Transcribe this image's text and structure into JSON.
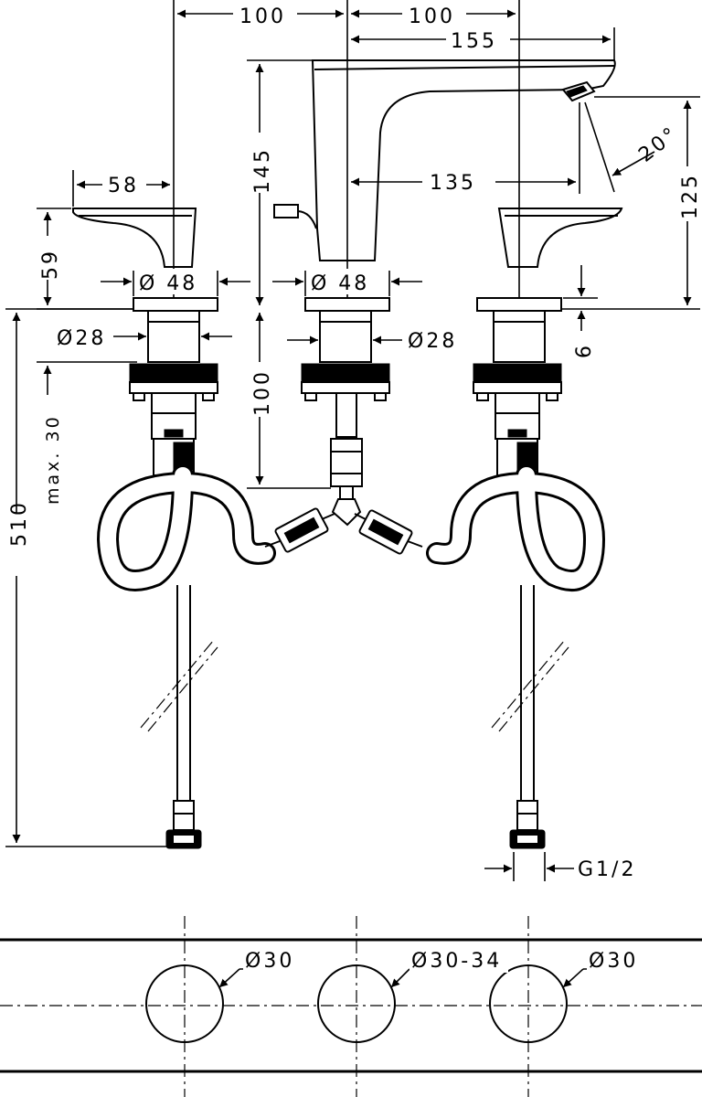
{
  "dimensions": {
    "top_left_100": "100",
    "top_right_100": "100",
    "spout_reach_155": "155",
    "spout_height_145": "145",
    "handle_width_58": "58",
    "handle_height_59": "59",
    "spout_inner_135": "135",
    "angle_20": "20°",
    "spout_outlet_125": "125",
    "left_base_dia": "Ø 48",
    "center_base_dia": "Ø 48",
    "left_shank_dia": "Ø28",
    "center_shank_dia": "Ø28",
    "base_thickness_6": "6",
    "shank_length_100": "100",
    "max_deck_30": "max. 30",
    "hose_length_510": "510",
    "thread_g12": "G1/2",
    "hole_left": "Ø30",
    "hole_center": "Ø30-34",
    "hole_right": "Ø30"
  }
}
